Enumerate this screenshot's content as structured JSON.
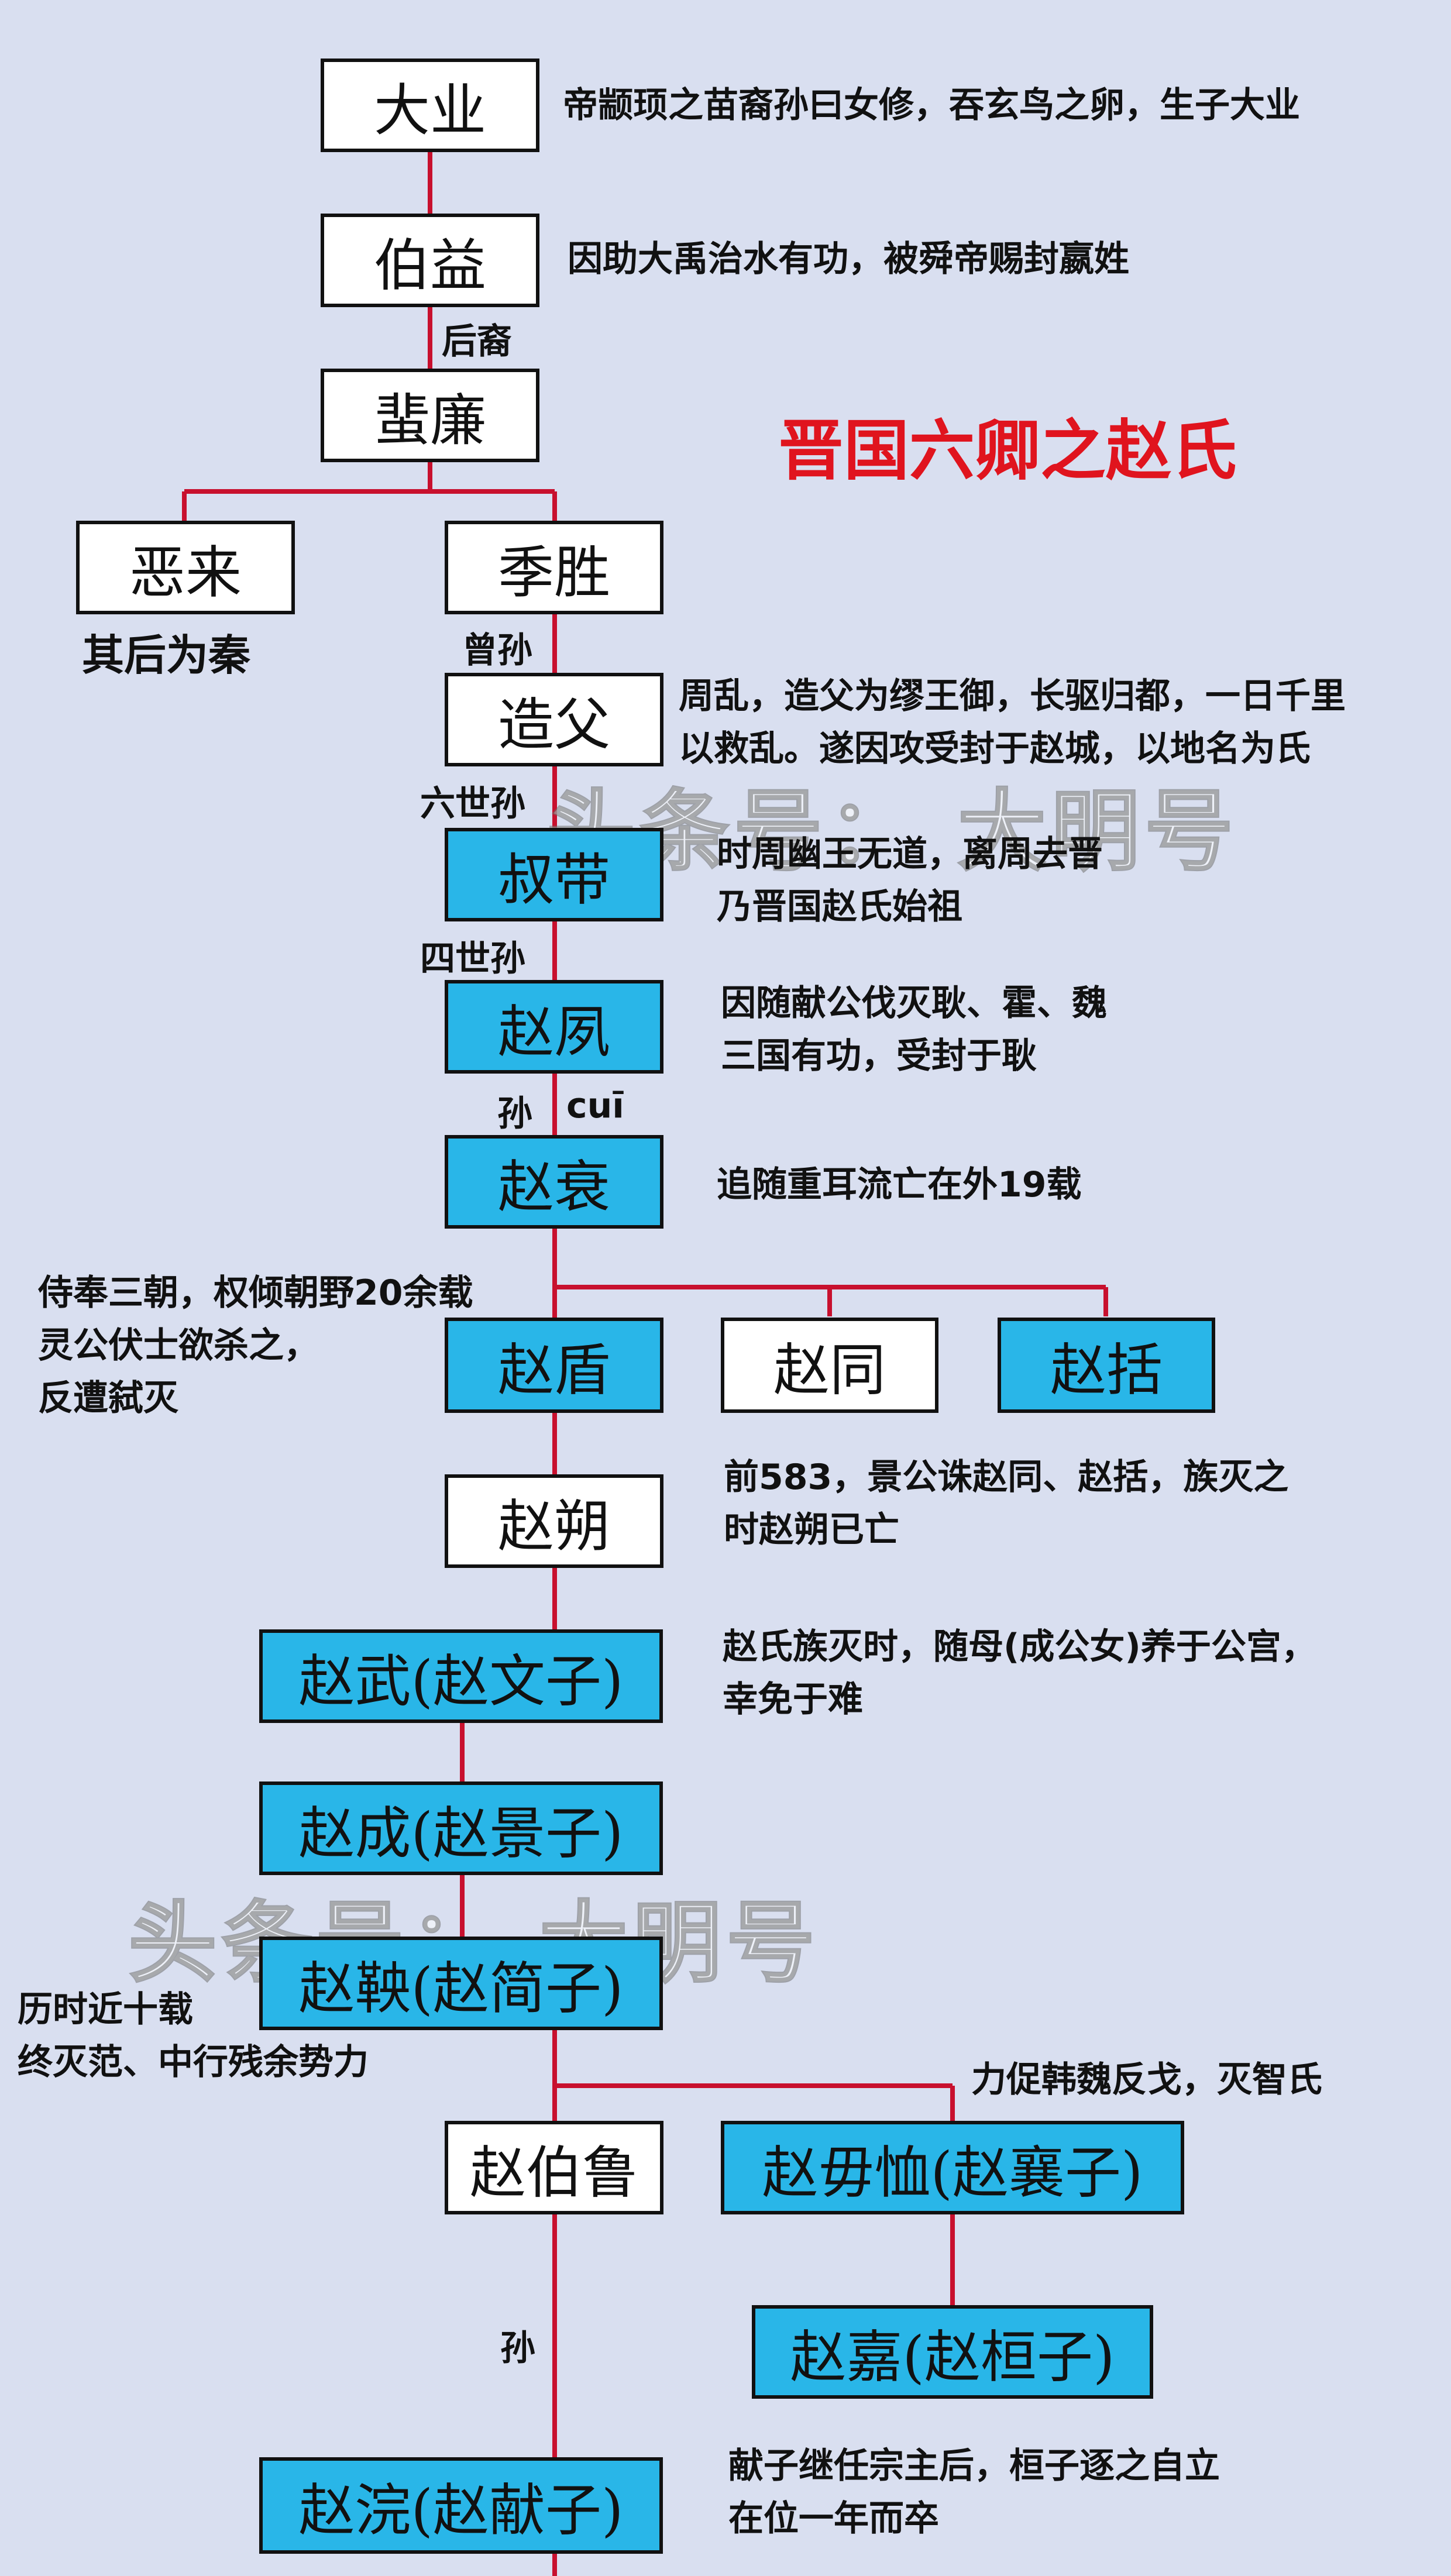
{
  "title": "晋国六卿之赵氏",
  "watermark": "头条号： 大明号",
  "persons": {
    "daye": "大业",
    "boyi": "伯益",
    "feilian": "蜚廉",
    "elai": "恶来",
    "jisheng": "季胜",
    "zaofu": "造父",
    "shudai": "叔带",
    "zhaosu": "赵夙",
    "zhaocui": "赵衰",
    "zhaodun": "赵盾",
    "zhaotong": "赵同",
    "zhaokuo": "赵括",
    "zhaoshuo": "赵朔",
    "zhaowu": "赵武(赵文子)",
    "zhaocheng": "赵成(赵景子)",
    "zhaoyang": "赵鞅(赵简子)",
    "zhaobolu": "赵伯鲁",
    "zhaowuxu": "赵毋恤(赵襄子)",
    "zhaojia": "赵嘉(赵桓子)",
    "zhaohuan": "赵浣(赵献子)"
  },
  "relations": {
    "houyi": "后裔",
    "zengsun": "曾孙",
    "liushisun": "六世孙",
    "sishisun": "四世孙",
    "sun1": "孙",
    "pinyin_cui": "cuī",
    "sun2": "孙"
  },
  "notes": {
    "daye": "帝颛顼之苗裔孙曰女修，吞玄鸟之卵，生子大业",
    "boyi": "因助大禹治水有功，被舜帝赐封嬴姓",
    "elai": "其后为秦",
    "zaofu": "周乱，造父为缪王御，长驱归都，一日千里\n以救乱。遂因攻受封于赵城，以地名为氏",
    "shudai": "时周幽王无道，离周去晋\n乃晋国赵氏始祖",
    "zhaosu": "因随献公伐灭耿、霍、魏\n三国有功，受封于耿",
    "zhaocui": "追随重耳流亡在外19载",
    "zhaodun": "侍奉三朝，权倾朝野20余载\n灵公伏士欲杀之，\n反遭弑灭",
    "zhaoshuo": "前583，景公诛赵同、赵括，族灭之\n时赵朔已亡",
    "zhaowu": "赵氏族灭时，随母(成公女)养于公宫，\n幸免于难",
    "zhaoyang": "历时近十载\n终灭范、中行残余势力",
    "zhaowuxu": "力促韩魏反戈，灭智氏",
    "zhaohuan": "献子继任宗主后，桓子逐之自立\n在位一年而卒"
  },
  "colors": {
    "background": "#d9dff0",
    "line": "#c8102e",
    "highlight_box": "#29b6e8",
    "plain_box": "#ffffff",
    "title": "#e0141e"
  }
}
